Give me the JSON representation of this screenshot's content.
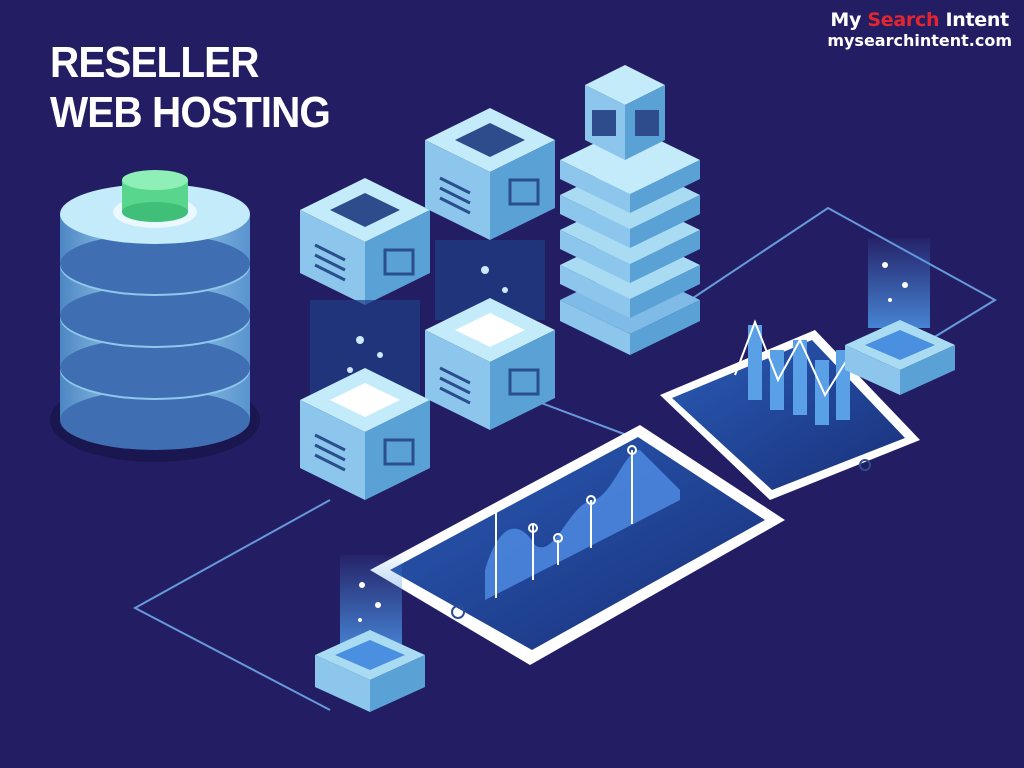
{
  "title": {
    "line1": "RESELLER",
    "line2": "WEB HOSTING"
  },
  "brand": {
    "name_part1": "My ",
    "name_accent": "Search",
    "name_part2": " Intent",
    "url": "mysearchintent.com"
  },
  "colors": {
    "background": "#231e63",
    "server_face": "#a9dcf2",
    "server_side": "#5aa2d6",
    "server_dark": "#2b4f8e",
    "accent_red": "#e3262e",
    "glow_green": "#58d68d",
    "white": "#ffffff"
  },
  "icons": [
    "database-cylinder-icon",
    "server-cube-icon",
    "tablet-chart-icon",
    "hologram-device-icon"
  ]
}
